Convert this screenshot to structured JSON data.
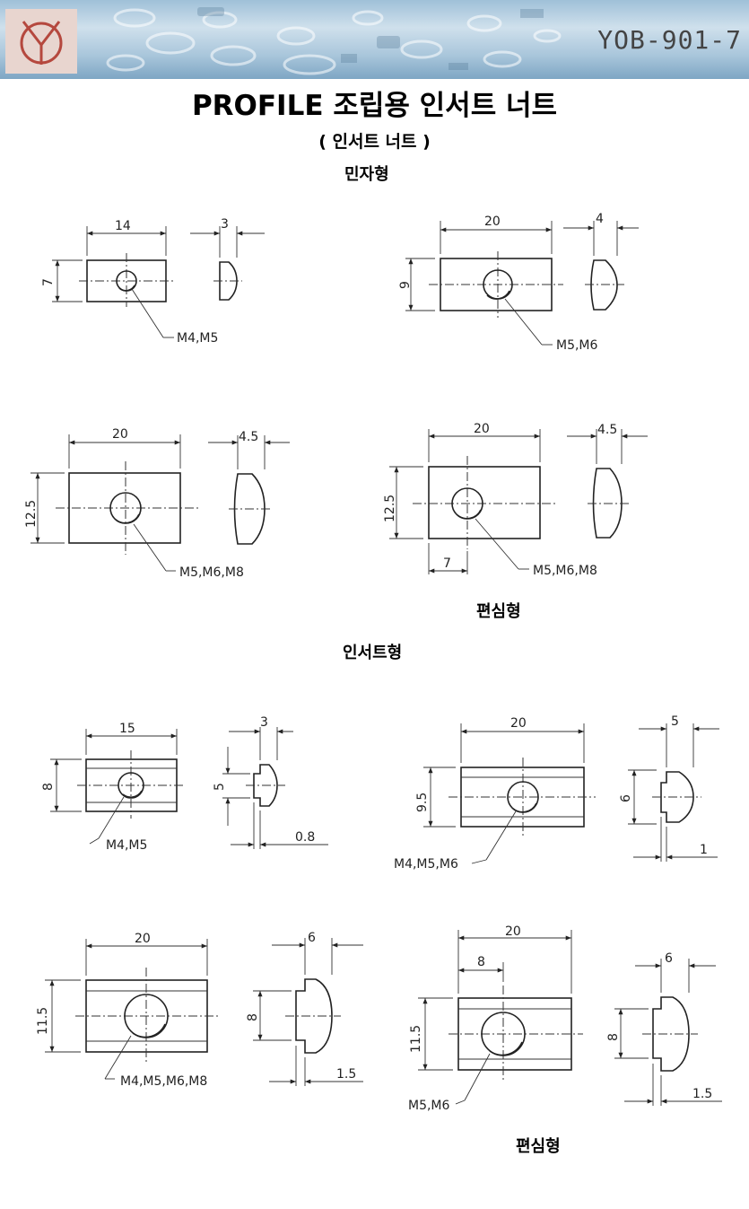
{
  "header": {
    "code": "YOB-901-7",
    "title": "PROFILE 조립용  인서트 너트",
    "subtitle": "( 인서트 너트 )"
  },
  "sections": {
    "min_type": "민자형",
    "eccentric_1": "편심형",
    "insert_type": "인서트형",
    "eccentric_2": "편심형"
  },
  "drawings": {
    "d1": {
      "width": "14",
      "thick": "3",
      "height": "7",
      "threads": "M4,M5"
    },
    "d2": {
      "width": "20",
      "thick": "4",
      "height": "9",
      "threads": "M5,M6"
    },
    "d3": {
      "width": "20",
      "thick": "4.5",
      "height": "12.5",
      "threads": "M5,M6,M8"
    },
    "d4": {
      "width": "20",
      "thick": "4.5",
      "height": "12.5",
      "offset": "7",
      "threads": "M5,M6,M8"
    },
    "d5": {
      "width": "15",
      "thick": "3",
      "height": "8",
      "groove": "5",
      "flange": "0.8",
      "threads": "M4,M5"
    },
    "d6": {
      "width": "20",
      "thick": "5",
      "height": "9.5",
      "groove": "6",
      "flange": "1",
      "threads": "M4,M5,M6"
    },
    "d7": {
      "width": "20",
      "thick": "6",
      "height": "11.5",
      "groove": "8",
      "flange": "1.5",
      "threads": "M4,M5,M6,M8"
    },
    "d8": {
      "width": "20",
      "thick": "6",
      "height": "11.5",
      "offset": "8",
      "groove": "8",
      "flange": "1.5",
      "threads": "M5,M6"
    }
  }
}
